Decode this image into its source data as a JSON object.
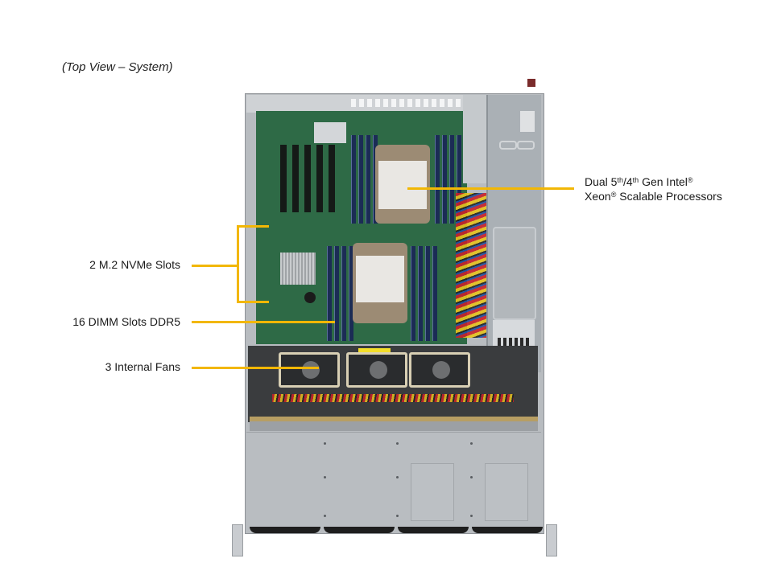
{
  "view_label": "(Top View – System)",
  "callouts": {
    "processors": {
      "line1_pre": "Dual 5",
      "line1_sup1": "th",
      "line1_mid": "/4",
      "line1_sup2": "th",
      "line1_post": " Gen Intel",
      "line1_sup3": "®",
      "line2_pre": "Xeon",
      "line2_sup": "®",
      "line2_post": " Scalable Processors"
    },
    "m2": "2 M.2 NVMe Slots",
    "dimm": "16 DIMM Slots DDR5",
    "fans": "3 Internal  Fans"
  },
  "colors": {
    "callout_line": "#f2b705",
    "pcb": "#2e6a46",
    "chassis": "#b8bcc0"
  }
}
